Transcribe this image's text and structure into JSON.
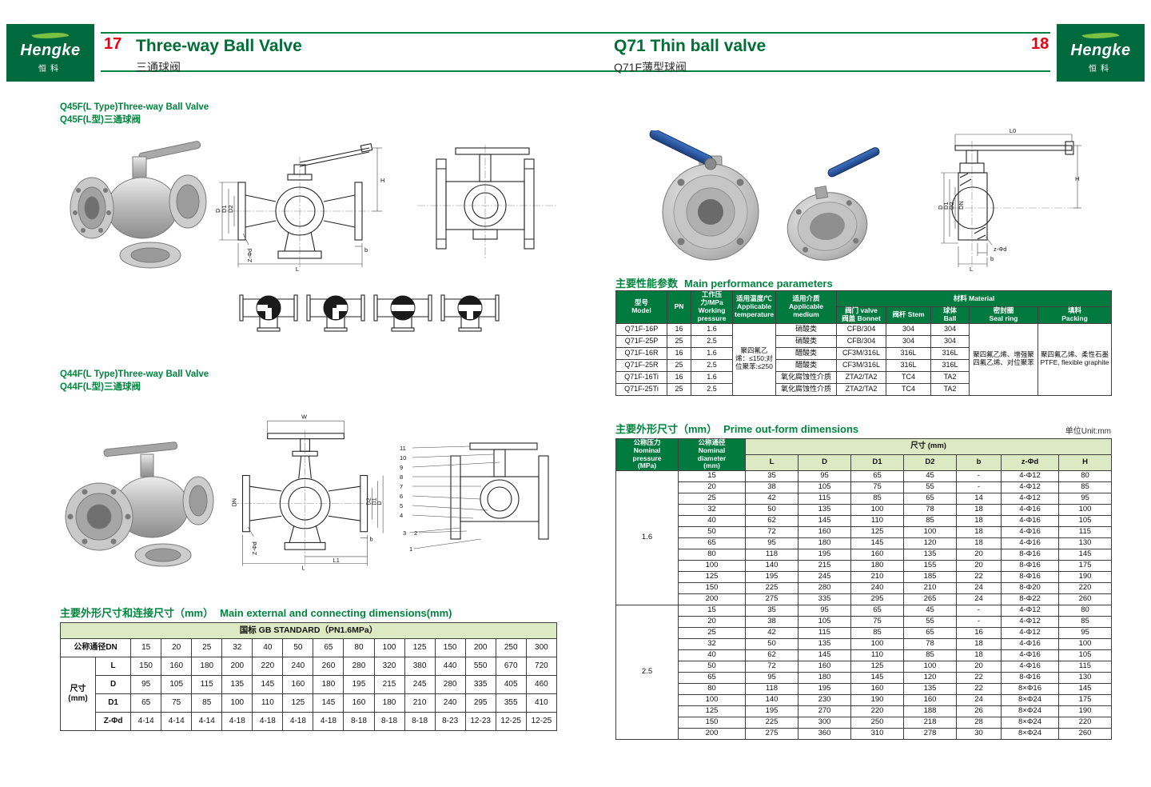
{
  "colors": {
    "green_dark": "#00693e",
    "green_header": "#007a3e",
    "green_light": "#dde9c2",
    "red": "#e60012"
  },
  "logo": {
    "brand": "Hengke",
    "cn": "恒科"
  },
  "left_page": {
    "page_number": "17",
    "title_en": "Three-way Ball Valve",
    "title_cn": "三通球阀",
    "section1": {
      "en": "Q45F(L Type)Three-way Ball Valve",
      "cn": "Q45F(L型)三通球阀"
    },
    "section2": {
      "en": "Q44F(L Type)Three-way Ball Valve",
      "cn": "Q44F(L型)三通球阀"
    },
    "dim_table": {
      "title_cn": "主要外形尺寸和连接尺寸（mm）",
      "title_en": "Main external and connecting dimensions(mm)",
      "standard": "国标 GB STANDARD（PN1.6MPa）",
      "dn_label": "公称通径DN",
      "size_label": "尺寸\n(mm)",
      "dn": [
        "15",
        "20",
        "25",
        "32",
        "40",
        "50",
        "65",
        "80",
        "100",
        "125",
        "150",
        "200",
        "250",
        "300"
      ],
      "rows": [
        {
          "name": "L",
          "values": [
            "150",
            "160",
            "180",
            "200",
            "220",
            "240",
            "260",
            "280",
            "320",
            "380",
            "440",
            "550",
            "670",
            "720"
          ]
        },
        {
          "name": "D",
          "values": [
            "95",
            "105",
            "115",
            "135",
            "145",
            "160",
            "180",
            "195",
            "215",
            "245",
            "280",
            "335",
            "405",
            "460"
          ]
        },
        {
          "name": "D1",
          "values": [
            "65",
            "75",
            "85",
            "100",
            "110",
            "125",
            "145",
            "160",
            "180",
            "210",
            "240",
            "295",
            "355",
            "410"
          ]
        },
        {
          "name": "Z-Φd",
          "values": [
            "4-14",
            "4-14",
            "4-14",
            "4-18",
            "4-18",
            "4-18",
            "4-18",
            "8-18",
            "8-18",
            "8-18",
            "8-23",
            "12-23",
            "12-25",
            "12-25"
          ]
        }
      ]
    },
    "labels": {
      "q45_front": {
        "h": "H",
        "d": "D",
        "d1": "D1",
        "d2": "D2",
        "l": "L",
        "b": "b",
        "zphid": "Z-Φd"
      },
      "q44_front": {
        "w": "W",
        "dn": "DN",
        "d": "D",
        "d1": "D1",
        "d2": "D2",
        "l1": "L1",
        "l": "L",
        "b": "b",
        "zphid": "Z-Φd"
      },
      "q44_parts": [
        "11",
        "10",
        "9",
        "8",
        "7",
        "6",
        "5",
        "4",
        "3",
        "2",
        "1"
      ]
    }
  },
  "right_page": {
    "page_number": "18",
    "title_en": "Q71 Thin ball valve",
    "title_cn": "Q71F薄型球阀",
    "perf_table": {
      "title_cn": "主要性能参数",
      "title_en": "Main performance parameters",
      "headers": {
        "model": "型号\nModel",
        "pn": "PN",
        "pressure": "工作压力/MPa\nWorking pressure",
        "temp": "适用温度/℃\nApplicable temperature",
        "medium": "适用介质\nApplicable medium",
        "material": "材料 Material",
        "bonnet": "阀门 valve\n阀盖 Bonnet",
        "stem": "阀杆 Stem",
        "ball": "球体\nBall",
        "seal": "密封圈\nSeal ring",
        "packing": "填料\nPacking"
      },
      "temp_value": "聚四氟乙烯：≤150;对位聚苯:≤250",
      "seal_value": "聚四氟乙烯、增强聚四氟乙烯、对位聚苯",
      "packing_value": "聚四氟乙烯、柔性石墨 PTFE, flexible graphite",
      "rows": [
        [
          "Q71F-16P",
          "16",
          "1.6",
          "硝酸类",
          "CFB/304",
          "304",
          "304"
        ],
        [
          "Q71F-25P",
          "25",
          "2.5",
          "硝酸类",
          "CFB/304",
          "304",
          "304"
        ],
        [
          "Q71F-16R",
          "16",
          "1.6",
          "醋酸类",
          "CF3M/316L",
          "316L",
          "316L"
        ],
        [
          "Q71F-25R",
          "25",
          "2.5",
          "醋酸类",
          "CF3M/316L",
          "316L",
          "316L"
        ],
        [
          "Q71F-16Ti",
          "16",
          "1.6",
          "氧化腐蚀性介质",
          "ZTA2/TA2",
          "TC4",
          "TA2"
        ],
        [
          "Q71F-25Ti",
          "25",
          "2.5",
          "氧化腐蚀性介质",
          "ZTA2/TA2",
          "TC4",
          "TA2"
        ]
      ]
    },
    "outform_table": {
      "title_cn": "主要外形尺寸（mm）",
      "title_en": "Prime out-form dimensions",
      "unit": "单位Unit:mm",
      "pressure_header": "公称压力\nNominal\npressure\n(MPa)",
      "diameter_header": "公称通径\nNominal\ndiameter\n(mm)",
      "size_header": "尺寸 (mm)",
      "columns": [
        "L",
        "D",
        "D1",
        "D2",
        "b",
        "z-Φd",
        "H"
      ],
      "groups": [
        {
          "pressure": "1.6",
          "rows": [
            [
              "15",
              "35",
              "95",
              "65",
              "45",
              "-",
              "4-Φ12",
              "80"
            ],
            [
              "20",
              "38",
              "105",
              "75",
              "55",
              "-",
              "4-Φ12",
              "85"
            ],
            [
              "25",
              "42",
              "115",
              "85",
              "65",
              "14",
              "4-Φ12",
              "95"
            ],
            [
              "32",
              "50",
              "135",
              "100",
              "78",
              "18",
              "4-Φ16",
              "100"
            ],
            [
              "40",
              "62",
              "145",
              "110",
              "85",
              "18",
              "4-Φ16",
              "105"
            ],
            [
              "50",
              "72",
              "160",
              "125",
              "100",
              "18",
              "4-Φ16",
              "115"
            ],
            [
              "65",
              "95",
              "180",
              "145",
              "120",
              "18",
              "4-Φ16",
              "130"
            ],
            [
              "80",
              "118",
              "195",
              "160",
              "135",
              "20",
              "8-Φ16",
              "145"
            ],
            [
              "100",
              "140",
              "215",
              "180",
              "155",
              "20",
              "8-Φ16",
              "175"
            ],
            [
              "125",
              "195",
              "245",
              "210",
              "185",
              "22",
              "8-Φ16",
              "190"
            ],
            [
              "150",
              "225",
              "280",
              "240",
              "210",
              "24",
              "8-Φ20",
              "220"
            ],
            [
              "200",
              "275",
              "335",
              "295",
              "265",
              "24",
              "8-Φ22",
              "260"
            ]
          ]
        },
        {
          "pressure": "2.5",
          "rows": [
            [
              "15",
              "35",
              "95",
              "65",
              "45",
              "-",
              "4-Φ12",
              "80"
            ],
            [
              "20",
              "38",
              "105",
              "75",
              "55",
              "-",
              "4-Φ12",
              "85"
            ],
            [
              "25",
              "42",
              "115",
              "85",
              "65",
              "16",
              "4-Φ12",
              "95"
            ],
            [
              "32",
              "50",
              "135",
              "100",
              "78",
              "18",
              "4-Φ16",
              "100"
            ],
            [
              "40",
              "62",
              "145",
              "110",
              "85",
              "18",
              "4-Φ16",
              "105"
            ],
            [
              "50",
              "72",
              "160",
              "125",
              "100",
              "20",
              "4-Φ16",
              "115"
            ],
            [
              "65",
              "95",
              "180",
              "145",
              "120",
              "22",
              "8-Φ16",
              "130"
            ],
            [
              "80",
              "118",
              "195",
              "160",
              "135",
              "22",
              "8×Φ16",
              "145"
            ],
            [
              "100",
              "140",
              "230",
              "190",
              "160",
              "24",
              "8×Φ24",
              "175"
            ],
            [
              "125",
              "195",
              "270",
              "220",
              "188",
              "26",
              "8×Φ24",
              "190"
            ],
            [
              "150",
              "225",
              "300",
              "250",
              "218",
              "28",
              "8×Φ24",
              "220"
            ],
            [
              "200",
              "275",
              "360",
              "310",
              "278",
              "30",
              "8×Φ24",
              "260"
            ]
          ]
        }
      ]
    },
    "labels": {
      "q71": {
        "l0": "L0",
        "h": "H",
        "d": "D",
        "d1": "D1",
        "d2": "D2",
        "dn": "DN",
        "zphid": "z-Φd",
        "b": "b",
        "l": "L"
      }
    }
  }
}
